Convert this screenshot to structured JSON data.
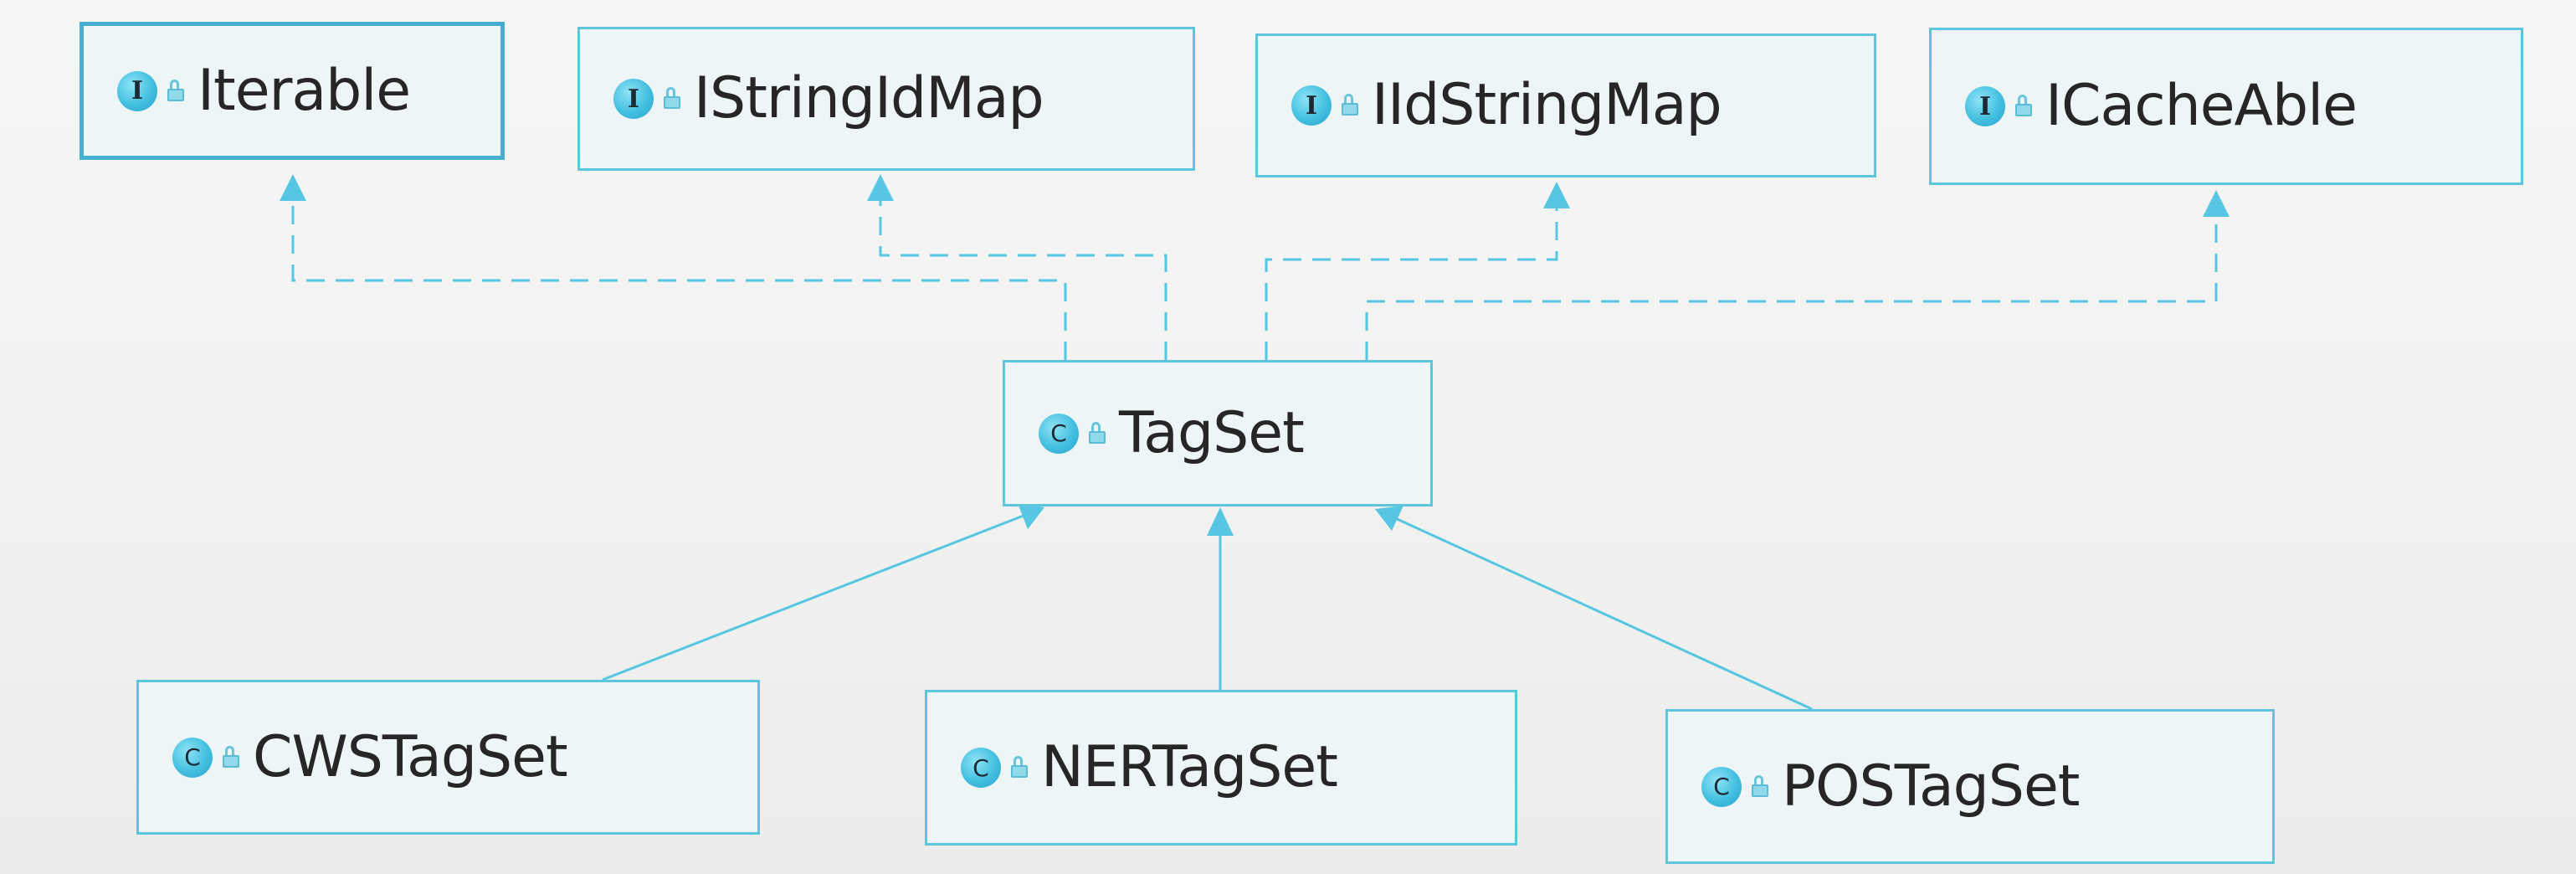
{
  "diagram": {
    "interfaces": [
      {
        "id": "iterable",
        "name": "Iterable",
        "badge": "I"
      },
      {
        "id": "istringidmap",
        "name": "IStringIdMap",
        "badge": "I"
      },
      {
        "id": "iidstringmap",
        "name": "IIdStringMap",
        "badge": "I"
      },
      {
        "id": "icacheable",
        "name": "ICacheAble",
        "badge": "I"
      }
    ],
    "base_class": {
      "id": "tagset",
      "name": "TagSet",
      "badge": "C"
    },
    "subclasses": [
      {
        "id": "cwstagset",
        "name": "CWSTagSet",
        "badge": "C"
      },
      {
        "id": "nertagset",
        "name": "NERTagSet",
        "badge": "C"
      },
      {
        "id": "postagset",
        "name": "POSTagSet",
        "badge": "C"
      }
    ],
    "relations": [
      {
        "from": "tagset",
        "to": "iterable",
        "kind": "implements",
        "style": "dashed"
      },
      {
        "from": "tagset",
        "to": "istringidmap",
        "kind": "implements",
        "style": "dashed"
      },
      {
        "from": "tagset",
        "to": "iidstringmap",
        "kind": "implements",
        "style": "dashed"
      },
      {
        "from": "tagset",
        "to": "icacheable",
        "kind": "implements",
        "style": "dashed"
      },
      {
        "from": "cwstagset",
        "to": "tagset",
        "kind": "extends",
        "style": "solid"
      },
      {
        "from": "nertagset",
        "to": "tagset",
        "kind": "extends",
        "style": "solid"
      },
      {
        "from": "postagset",
        "to": "tagset",
        "kind": "extends",
        "style": "solid"
      }
    ],
    "colors": {
      "line": "#56c6e2",
      "border": "#5ec5dc",
      "box_fill": "#eef5f6",
      "badge": "#43bfe0"
    }
  }
}
